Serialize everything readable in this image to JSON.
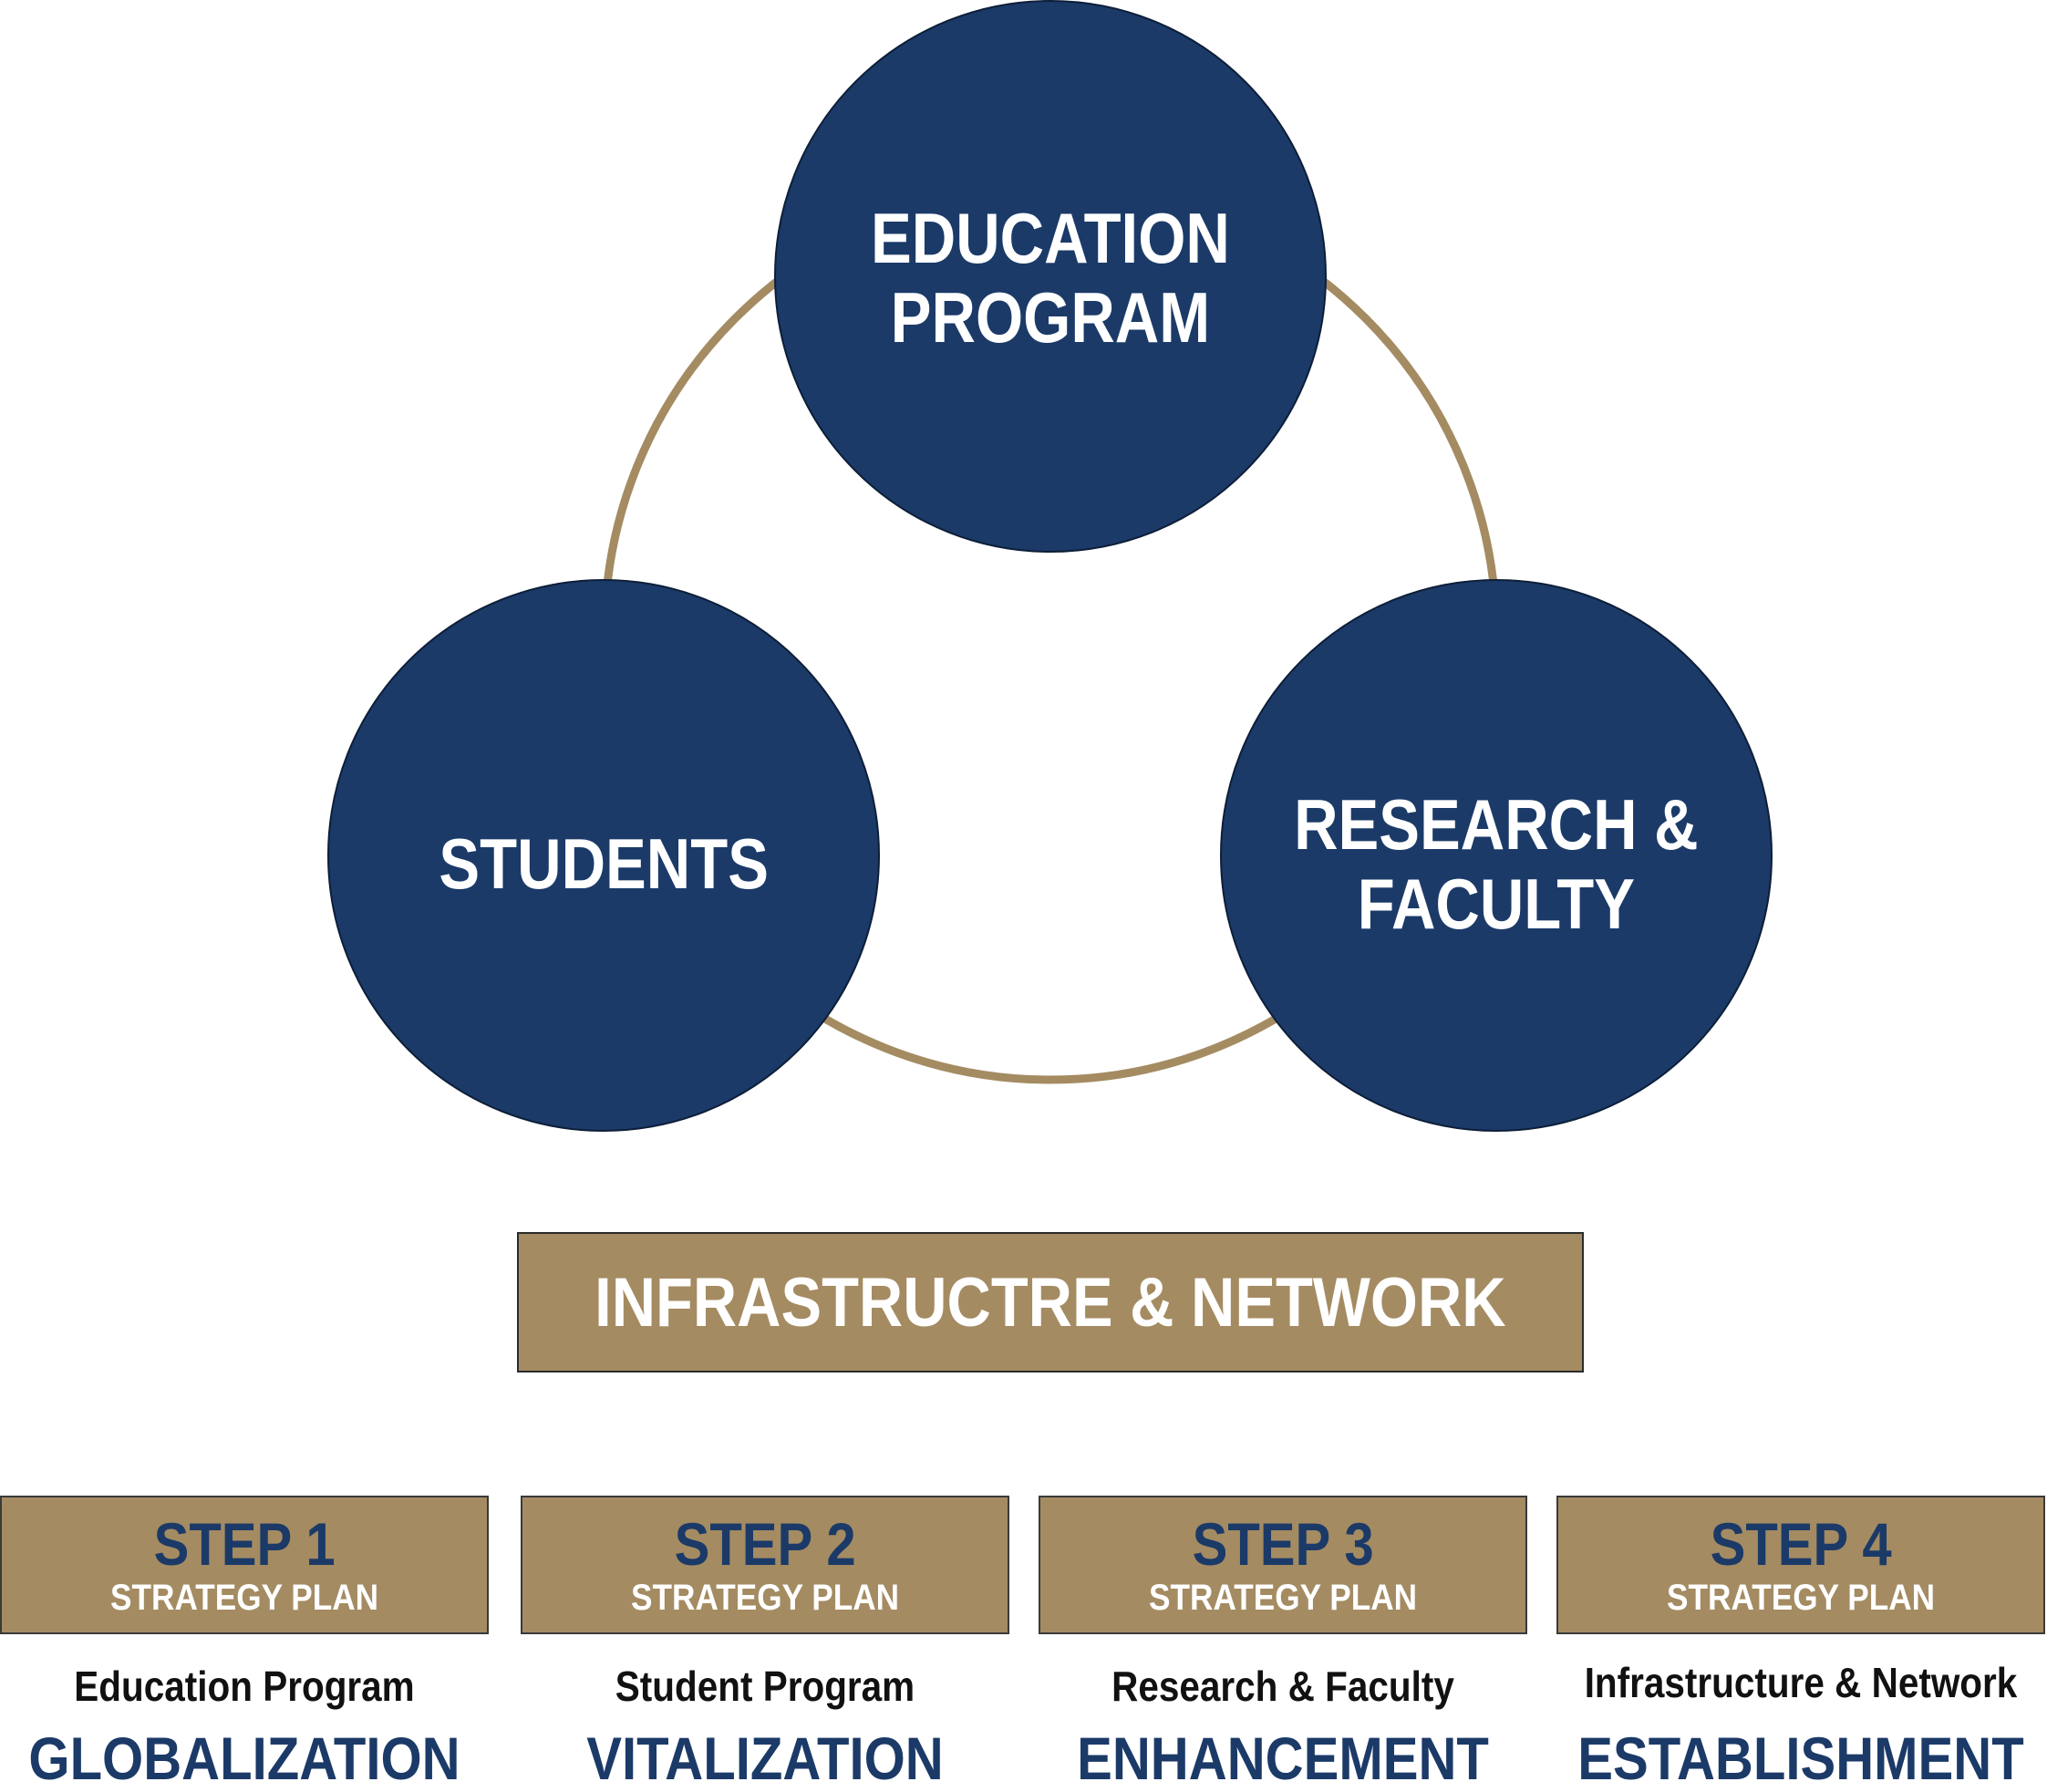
{
  "diagram": {
    "circles": [
      {
        "id": "education",
        "text": "EDUCATION\nPROGRAM"
      },
      {
        "id": "students",
        "text": "STUDENTS"
      },
      {
        "id": "research",
        "text": "RESEARCH &\nFACULTY"
      }
    ],
    "foundation": "INFRASTRUCTRE & NETWORK",
    "steps": [
      {
        "title": "STEP 1",
        "subtitle": "STRATEGY PLAN",
        "caption": "Education Program",
        "goal": "GLOBALIZATION"
      },
      {
        "title": "STEP 2",
        "subtitle": "STRATEGY PLAN",
        "caption": "Student Program",
        "goal": "VITALIZATION"
      },
      {
        "title": "STEP 3",
        "subtitle": "STRATEGY PLAN",
        "caption": "Research & Faculty",
        "goal": "ENHANCEMENT"
      },
      {
        "title": "STEP 4",
        "subtitle": "STRATEGY PLAN",
        "caption": "Infrastructure & Network",
        "goal": "ESTABLISHMENT"
      }
    ]
  },
  "colors": {
    "navy": "#1b3a68",
    "gold": "#a48b62",
    "ring": "#a48b62"
  }
}
